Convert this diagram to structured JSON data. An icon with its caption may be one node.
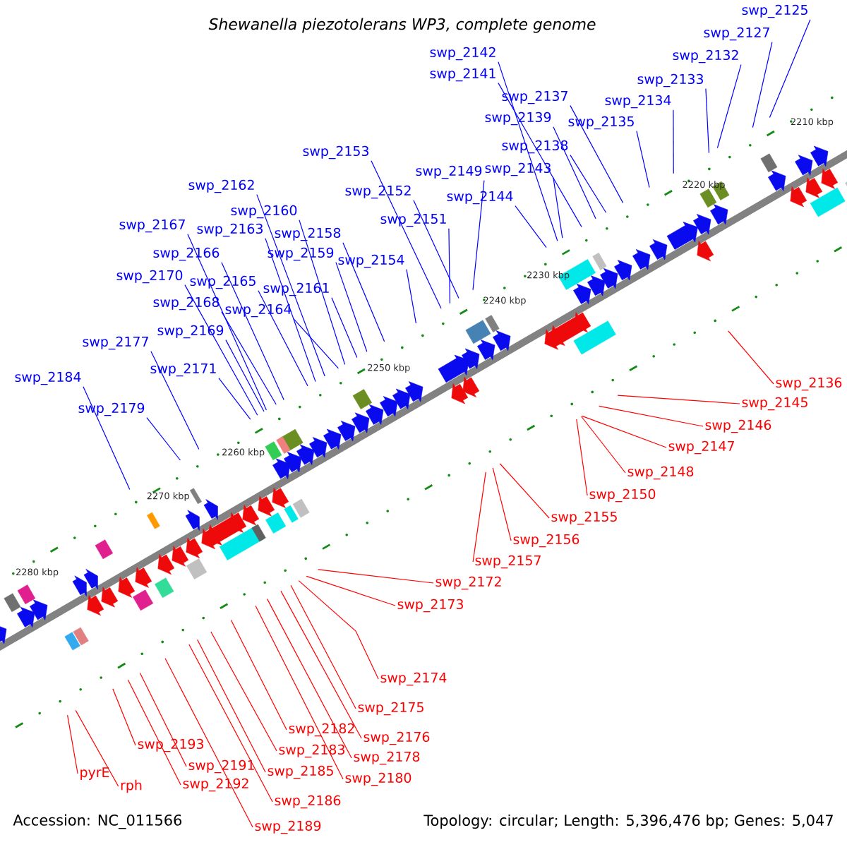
{
  "diagram": {
    "title": "Shewanella piezotolerans WP3, complete genome",
    "nodes": [
      {
        "text": [
          "swp_2125"
        ]
      },
      {
        "text": [
          "swp_2127"
        ]
      },
      {
        "text": [
          "swp_2132"
        ]
      },
      {
        "text": [
          "swp_2133"
        ]
      },
      {
        "text": [
          "swp_2134"
        ]
      },
      {
        "text": [
          "swp_2135"
        ]
      },
      {
        "text": [
          "swp_2142"
        ]
      },
      {
        "text": [
          "swp_2141"
        ]
      },
      {
        "text": [
          "swp_2137"
        ]
      },
      {
        "text": [
          "swp_2139"
        ]
      },
      {
        "text": [
          "swp_2138"
        ]
      },
      {
        "text": [
          "swp_2143"
        ]
      },
      {
        "text": [
          "swp_2144"
        ]
      },
      {
        "text": [
          "swp_2153"
        ]
      },
      {
        "text": [
          "swp_2149"
        ]
      },
      {
        "text": [
          "swp_2152"
        ]
      },
      {
        "text": [
          "swp_2151"
        ]
      },
      {
        "text": [
          "swp_2162"
        ]
      },
      {
        "text": [
          "swp_2160"
        ]
      },
      {
        "text": [
          "swp_2167"
        ]
      },
      {
        "text": [
          "swp_2163"
        ]
      },
      {
        "text": [
          "swp_2158"
        ]
      },
      {
        "text": [
          "swp_2159"
        ]
      },
      {
        "text": [
          "swp_2154"
        ]
      },
      {
        "text": [
          "swp_2166"
        ]
      },
      {
        "text": [
          "swp_2170"
        ]
      },
      {
        "text": [
          "swp_2165"
        ]
      },
      {
        "text": [
          "swp_2161"
        ]
      },
      {
        "text": [
          "swp_2168"
        ]
      },
      {
        "text": [
          "swp_2164"
        ]
      },
      {
        "text": [
          "swp_2169"
        ]
      },
      {
        "text": [
          "swp_2177"
        ]
      },
      {
        "text": [
          "swp_2171"
        ]
      },
      {
        "text": [
          "swp_2184"
        ]
      },
      {
        "text": [
          "swp_2179"
        ]
      },
      {
        "text": [
          "swp_2136"
        ]
      },
      {
        "text": [
          "swp_2145"
        ]
      },
      {
        "text": [
          "swp_2146"
        ]
      },
      {
        "text": [
          "swp_2147"
        ]
      },
      {
        "text": [
          "swp_2148"
        ]
      },
      {
        "text": [
          "swp_2150"
        ]
      },
      {
        "text": [
          "swp_2155"
        ]
      },
      {
        "text": [
          "swp_2156"
        ]
      },
      {
        "text": [
          "swp_2157"
        ]
      },
      {
        "text": [
          "swp_2172"
        ]
      },
      {
        "text": [
          "swp_2173"
        ]
      },
      {
        "text": [
          "swp_2174"
        ]
      },
      {
        "text": [
          "swp_2175"
        ]
      },
      {
        "text": [
          "swp_2182"
        ]
      },
      {
        "text": [
          "swp_2176"
        ]
      },
      {
        "text": [
          "swp_2193"
        ]
      },
      {
        "text": [
          "swp_2183"
        ]
      },
      {
        "text": [
          "swp_2178"
        ]
      },
      {
        "text": [
          "swp_2191"
        ]
      },
      {
        "text": [
          "swp_2185"
        ]
      },
      {
        "text": [
          "pyrE"
        ]
      },
      {
        "text": [
          "swp_2180"
        ]
      },
      {
        "text": [
          "swp_2192"
        ]
      },
      {
        "text": [
          "rph"
        ]
      },
      {
        "text": [
          "swp_2186"
        ]
      },
      {
        "text": [
          "swp_2189"
        ]
      }
    ],
    "edges": [
      {
        "from": 0,
        "to": null,
        "arrow": "none"
      },
      {
        "from": 1,
        "to": null,
        "arrow": "none"
      },
      {
        "from": 2,
        "to": null,
        "arrow": "none"
      },
      {
        "from": 3,
        "to": null,
        "arrow": "none"
      },
      {
        "from": 4,
        "to": null,
        "arrow": "none"
      },
      {
        "from": 5,
        "to": null,
        "arrow": "none"
      },
      {
        "from": 6,
        "to": null,
        "arrow": "none"
      },
      {
        "from": 7,
        "to": null,
        "arrow": "none"
      },
      {
        "from": 8,
        "to": null,
        "arrow": "none"
      },
      {
        "from": 9,
        "to": null,
        "arrow": "none"
      },
      {
        "from": 10,
        "to": null,
        "arrow": "none"
      },
      {
        "from": 11,
        "to": null,
        "arrow": "none"
      },
      {
        "from": 12,
        "to": null,
        "arrow": "none"
      },
      {
        "from": 13,
        "to": null,
        "arrow": "none"
      },
      {
        "from": 14,
        "to": null,
        "arrow": "none"
      },
      {
        "from": 15,
        "to": null,
        "arrow": "none"
      },
      {
        "from": 16,
        "to": null,
        "arrow": "none"
      },
      {
        "from": 17,
        "to": null,
        "arrow": "none"
      },
      {
        "from": 18,
        "to": null,
        "arrow": "none"
      },
      {
        "from": 19,
        "to": null,
        "arrow": "none"
      },
      {
        "from": 20,
        "to": null,
        "arrow": "none"
      },
      {
        "from": 21,
        "to": null,
        "arrow": "none"
      },
      {
        "from": 22,
        "to": null,
        "arrow": "none"
      },
      {
        "from": 23,
        "to": null,
        "arrow": "none"
      },
      {
        "from": 24,
        "to": null,
        "arrow": "none"
      },
      {
        "from": 25,
        "to": null,
        "arrow": "none"
      },
      {
        "from": 26,
        "to": null,
        "arrow": "none"
      },
      {
        "from": 27,
        "to": null,
        "arrow": "none"
      },
      {
        "from": 28,
        "to": null,
        "arrow": "none"
      },
      {
        "from": 29,
        "to": null,
        "arrow": "none"
      },
      {
        "from": 30,
        "to": null,
        "arrow": "none"
      },
      {
        "from": 31,
        "to": null,
        "arrow": "none"
      },
      {
        "from": 32,
        "to": null,
        "arrow": "none"
      },
      {
        "from": 33,
        "to": null,
        "arrow": "none"
      },
      {
        "from": 34,
        "to": null,
        "arrow": "none"
      },
      {
        "from": 35,
        "to": null,
        "arrow": "none",
        "color": "#ff0000"
      },
      {
        "from": 36,
        "to": null,
        "arrow": "none",
        "color": "#ff0000"
      },
      {
        "from": 37,
        "to": null,
        "arrow": "none",
        "color": "#ff0000"
      },
      {
        "from": 38,
        "to": null,
        "arrow": "none",
        "color": "#ff0000"
      },
      {
        "from": 39,
        "to": null,
        "arrow": "none",
        "color": "#ff0000"
      },
      {
        "from": 40,
        "to": null,
        "arrow": "none",
        "color": "#ff0000"
      },
      {
        "from": 41,
        "to": null,
        "arrow": "none",
        "color": "#ff0000"
      },
      {
        "from": 42,
        "to": null,
        "arrow": "none",
        "color": "#ff0000"
      },
      {
        "from": 43,
        "to": null,
        "arrow": "none",
        "color": "#ff0000"
      },
      {
        "from": 44,
        "to": null,
        "arrow": "none",
        "color": "#ff0000"
      },
      {
        "from": 45,
        "to": null,
        "arrow": "none",
        "color": "#ff0000"
      },
      {
        "from": 46,
        "to": null,
        "arrow": "none",
        "color": "#ff0000"
      },
      {
        "from": 47,
        "to": null,
        "arrow": "none",
        "color": "#ff0000"
      },
      {
        "from": 48,
        "to": null,
        "arrow": "none",
        "color": "#ff0000"
      },
      {
        "from": 49,
        "to": null,
        "arrow": "none",
        "color": "#ff0000"
      },
      {
        "from": 50,
        "to": null,
        "arrow": "none",
        "color": "#ff0000"
      },
      {
        "from": 51,
        "to": null,
        "arrow": "none",
        "color": "#ff0000"
      },
      {
        "from": 52,
        "to": null,
        "arrow": "none",
        "color": "#ff0000"
      },
      {
        "from": 53,
        "to": null,
        "arrow": "none",
        "color": "#ff0000"
      },
      {
        "from": 54,
        "to": null,
        "arrow": "none",
        "color": "#ff0000"
      },
      {
        "from": 55,
        "to": null,
        "arrow": "none",
        "color": "#ff0000"
      },
      {
        "from": 56,
        "to": null,
        "arrow": "none",
        "color": "#ff0000"
      },
      {
        "from": 57,
        "to": null,
        "arrow": "none",
        "color": "#ff0000"
      },
      {
        "from": 58,
        "to": null,
        "arrow": "none",
        "color": "#ff0000"
      },
      {
        "from": 59,
        "to": null,
        "arrow": "none",
        "color": "#ff0000"
      },
      {
        "from": 60,
        "to": null,
        "arrow": "none",
        "color": "#ff0000"
      }
    ],
    "labels": [
      "2210 kbp",
      "2220 kbp",
      "2230 kbp",
      "2240 kbp",
      "2250 kbp",
      "2260 kbp",
      "2270 kbp",
      "2280 kbp",
      "Accession: NC_011566",
      "Topology: circular; Length: 5,396,476 bp; Genes: 5,047"
    ]
  }
}
